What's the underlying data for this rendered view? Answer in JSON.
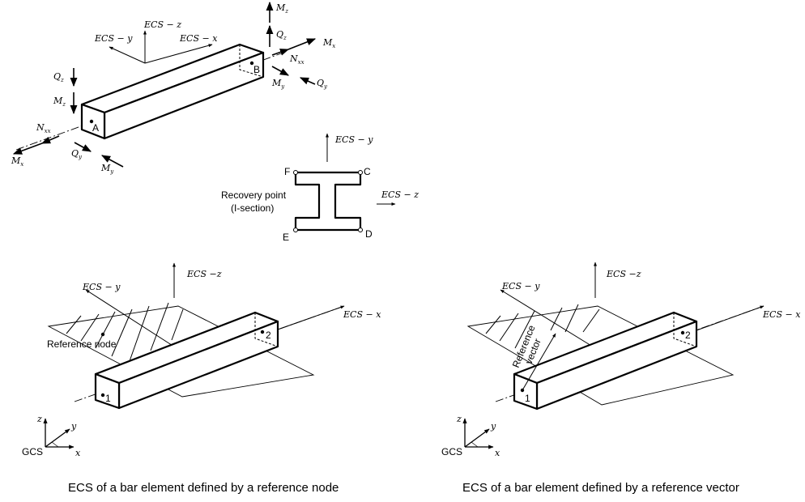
{
  "top": {
    "ecs_y": "ECS − y",
    "ecs_z": "ECS − z",
    "ecs_x": "ECS − x",
    "node_a": "A",
    "node_b": "B",
    "m_z": "M",
    "m_z_sub": "z",
    "q_z": "Q",
    "q_z_sub": "z",
    "m_x": "M",
    "m_x_sub": "x",
    "n_xx": "N",
    "n_xx_sub": "xx",
    "m_y": "M",
    "m_y_sub": "y",
    "q_y": "Q",
    "q_y_sub": "y"
  },
  "section": {
    "ecs_y": "ECS − y",
    "ecs_z": "ECS − z",
    "point_f": "F",
    "point_c": "C",
    "point_e": "E",
    "point_d": "D",
    "recovery_line1": "Recovery point",
    "recovery_line2": "(I-section)"
  },
  "left": {
    "ecs_z": "ECS −z",
    "ecs_y": "ECS − y",
    "ecs_x": "ECS − x",
    "reference_label": "Reference node",
    "node1": "1",
    "node2": "2",
    "gcs": "GCS",
    "gcs_x": "x",
    "gcs_y": "y",
    "gcs_z": "z",
    "caption": "ECS of a bar element defined by a reference node"
  },
  "right": {
    "ecs_z": "ECS −z",
    "ecs_y": "ECS − y",
    "ecs_x": "ECS − x",
    "reference_label_line1": "Reference",
    "reference_label_line2": "vector",
    "node1": "1",
    "node2": "2",
    "gcs": "GCS",
    "gcs_x": "x",
    "gcs_y": "y",
    "gcs_z": "z",
    "caption": "ECS of a bar element defined by a reference vector"
  }
}
